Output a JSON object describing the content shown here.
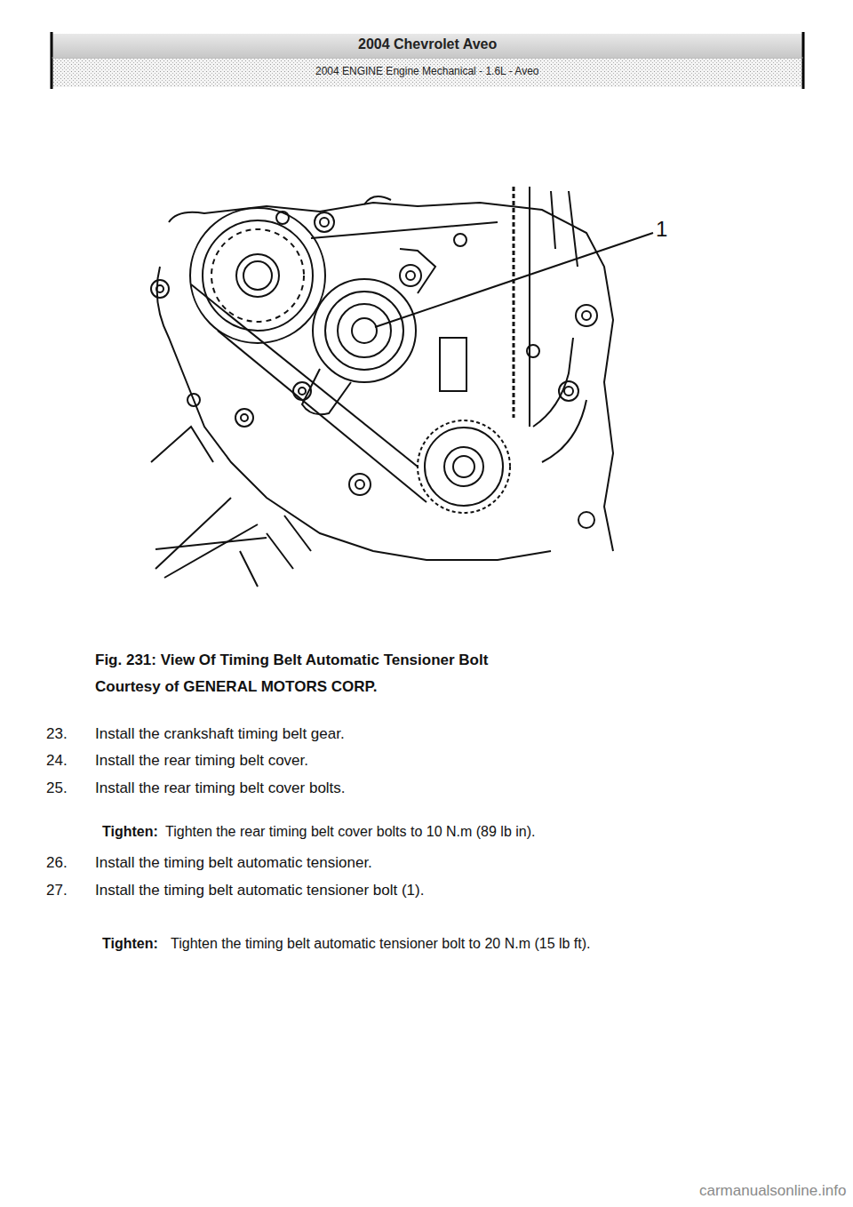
{
  "diagram": {
    "caption": "Fig. 231: View Of Timing Belt Automatic Tensioner Bolt",
    "nodes": [
      {
        "text": [
          "2004 Chevrolet Aveo",
          "2004 ENGINE Engine Mechanical - 1.6L - Aveo"
        ]
      }
    ],
    "labels": [
      "1",
      "Courtesy of GENERAL MOTORS CORP.",
      "23.",
      "Install the crankshaft timing belt gear.",
      "24.",
      "Install the rear timing belt cover.",
      "25.",
      "Install the rear timing belt cover bolts.",
      "Tighten:",
      "Tighten the rear timing belt cover bolts to 10 N.m (89 lb in).",
      "26.",
      "Install the timing belt automatic tensioner.",
      "27.",
      "Install the timing belt automatic tensioner bolt (1).",
      "Tighten:",
      "Tighten the timing belt automatic tensioner bolt to 20 N.m (15 lb ft).",
      "carmanualsonline.info"
    ]
  }
}
